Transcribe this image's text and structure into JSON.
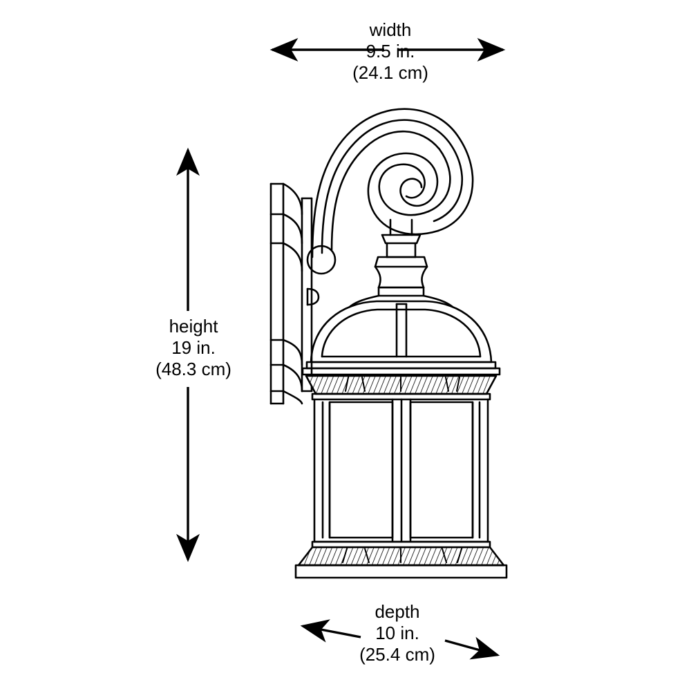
{
  "diagram": {
    "type": "product-dimension-drawing",
    "subject": "outdoor wall lantern with scroll arm",
    "background_color": "#ffffff",
    "line_color": "#000000",
    "text_color": "#000000"
  },
  "dimensions": {
    "width": {
      "name": "width",
      "imperial": "9.5 in.",
      "metric": "(24.1 cm)",
      "arrow_style": "double-horizontal",
      "position": "top"
    },
    "height": {
      "name": "height",
      "imperial": "19 in.",
      "metric": "(48.3 cm)",
      "arrow_style": "double-vertical",
      "position": "left"
    },
    "depth": {
      "name": "depth",
      "imperial": "10 in.",
      "metric": "(25.4 cm)",
      "arrow_style": "double-diagonal",
      "position": "bottom"
    }
  },
  "product_parts": [
    "wall-mount-plate",
    "scroll-arm",
    "spiral-curl",
    "ball-finial",
    "collar-stack",
    "dome-roof",
    "upper-ribbed-band",
    "glass-panel-left",
    "glass-panel-right",
    "center-mullion",
    "lower-ribbed-band",
    "base-plinth"
  ]
}
